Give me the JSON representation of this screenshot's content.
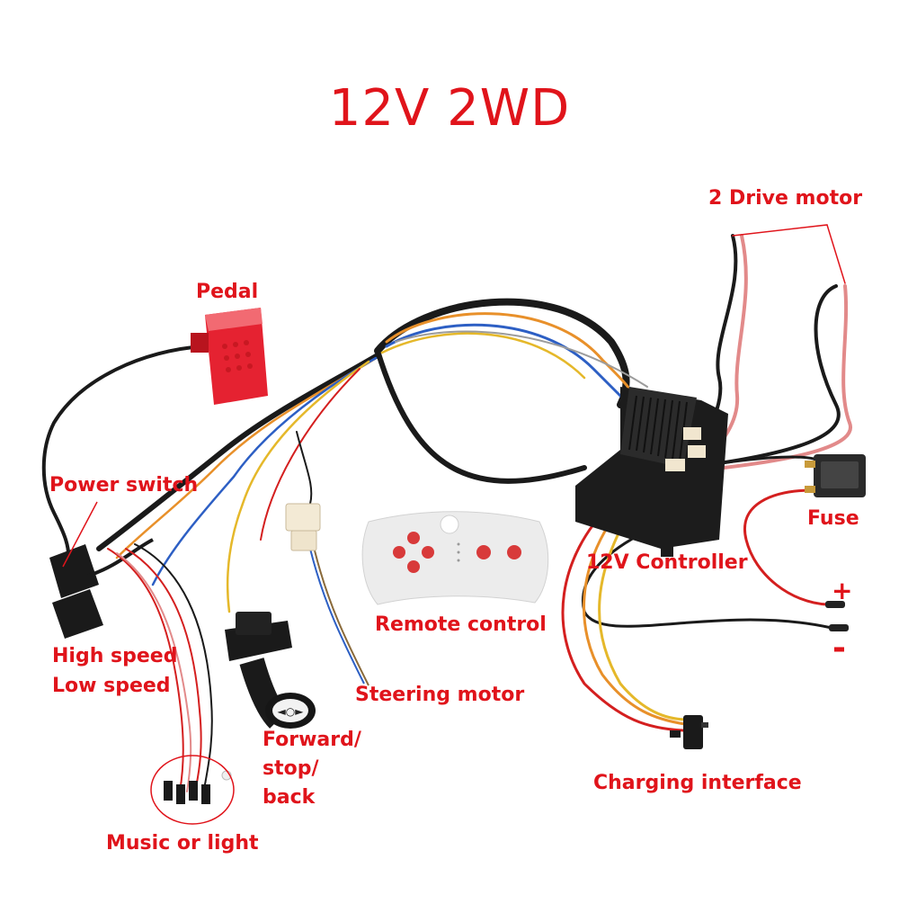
{
  "title": "12V 2WD",
  "labels": {
    "drive_motor": "2 Drive motor",
    "pedal": "Pedal",
    "power_switch": "Power switch",
    "fuse": "Fuse",
    "controller": "12V Controller",
    "remote": "Remote control",
    "high_speed": "High speed",
    "low_speed": "Low speed",
    "steering_motor": "Steering motor",
    "fwd_1": "Forward/",
    "fwd_2": "stop/",
    "fwd_3": "back",
    "charging": "Charging interface",
    "music": "Music or light",
    "plus": "+",
    "minus": "-"
  },
  "colors": {
    "label_red": "#e0141b",
    "wire_black": "#1a1a1a",
    "wire_red": "#d41f1f",
    "wire_pink": "#e28a8a",
    "wire_orange": "#e8902a",
    "wire_yellow": "#e5b82a",
    "wire_blue": "#2d5fc4",
    "pedal_red": "#e52231",
    "controller_black": "#1c1c1c",
    "remote_white": "#ececec"
  },
  "icons": {
    "pedal": "pedal-icon",
    "controller": "controller-box",
    "remote": "remote-control",
    "fuse": "fuse-icon",
    "switch": "rocker-switch-icon",
    "knob": "direction-knob-icon",
    "connector": "plug-connector-icon"
  }
}
